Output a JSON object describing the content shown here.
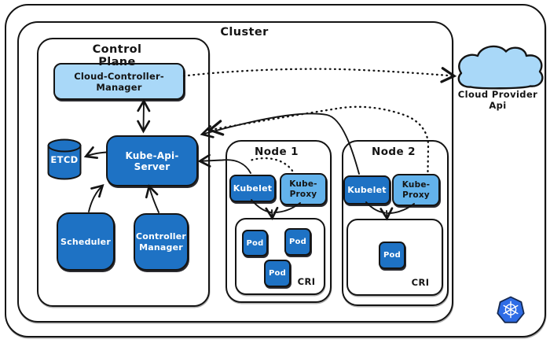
{
  "diagram": {
    "cluster_label": "Cluster",
    "control_plane": {
      "label": "Control Plane",
      "cloud_controller_manager": "Cloud-Controller-Manager",
      "etcd": "ETCD",
      "kube_api_server": "Kube-Api-Server",
      "scheduler": "Scheduler",
      "controller_manager": "Controller\nManager"
    },
    "nodes": [
      {
        "label": "Node 1",
        "kubelet": "Kubelet",
        "kube_proxy": "Kube-\nProxy",
        "runtime": "CRI",
        "pods": [
          "Pod",
          "Pod",
          "Pod"
        ]
      },
      {
        "label": "Node 2",
        "kubelet": "Kubelet",
        "kube_proxy": "Kube-\nProxy",
        "runtime": "CRI",
        "pods": [
          "Pod"
        ]
      }
    ],
    "external": {
      "cloud_provider_api": "Cloud Provider Api"
    },
    "connections": [
      {
        "from": "cloud-controller-manager",
        "to": "kube-api-server",
        "style": "solid",
        "arrows": "both"
      },
      {
        "from": "cloud-controller-manager",
        "to": "cloud-provider-api",
        "style": "dotted",
        "arrows": "end"
      },
      {
        "from": "kube-api-server",
        "to": "etcd",
        "style": "solid",
        "arrows": "end"
      },
      {
        "from": "scheduler",
        "to": "kube-api-server",
        "style": "solid",
        "arrows": "end"
      },
      {
        "from": "controller-manager",
        "to": "kube-api-server",
        "style": "solid",
        "arrows": "end"
      },
      {
        "from": "node1-kubelet",
        "to": "kube-api-server",
        "style": "solid",
        "arrows": "end"
      },
      {
        "from": "node1-kube-proxy",
        "to": "kube-api-server",
        "style": "dotted",
        "arrows": "none"
      },
      {
        "from": "node2-kubelet",
        "to": "kube-api-server",
        "style": "solid",
        "arrows": "end"
      },
      {
        "from": "node2-kube-proxy",
        "to": "kube-api-server",
        "style": "dotted",
        "arrows": "end"
      },
      {
        "from": "node1-kubelet-and-kube-proxy",
        "to": "node1-cri",
        "style": "solid",
        "arrows": "end"
      },
      {
        "from": "node2-kubelet-and-kube-proxy",
        "to": "node2-cri",
        "style": "solid",
        "arrows": "end"
      }
    ],
    "colors": {
      "ink": "#141414",
      "component_blue": "#1e72c4",
      "proxy_blue": "#63b2eb",
      "pale_blue": "#a9d8f8",
      "logo_blue": "#2e6ce6",
      "background": "#ffffff"
    }
  }
}
